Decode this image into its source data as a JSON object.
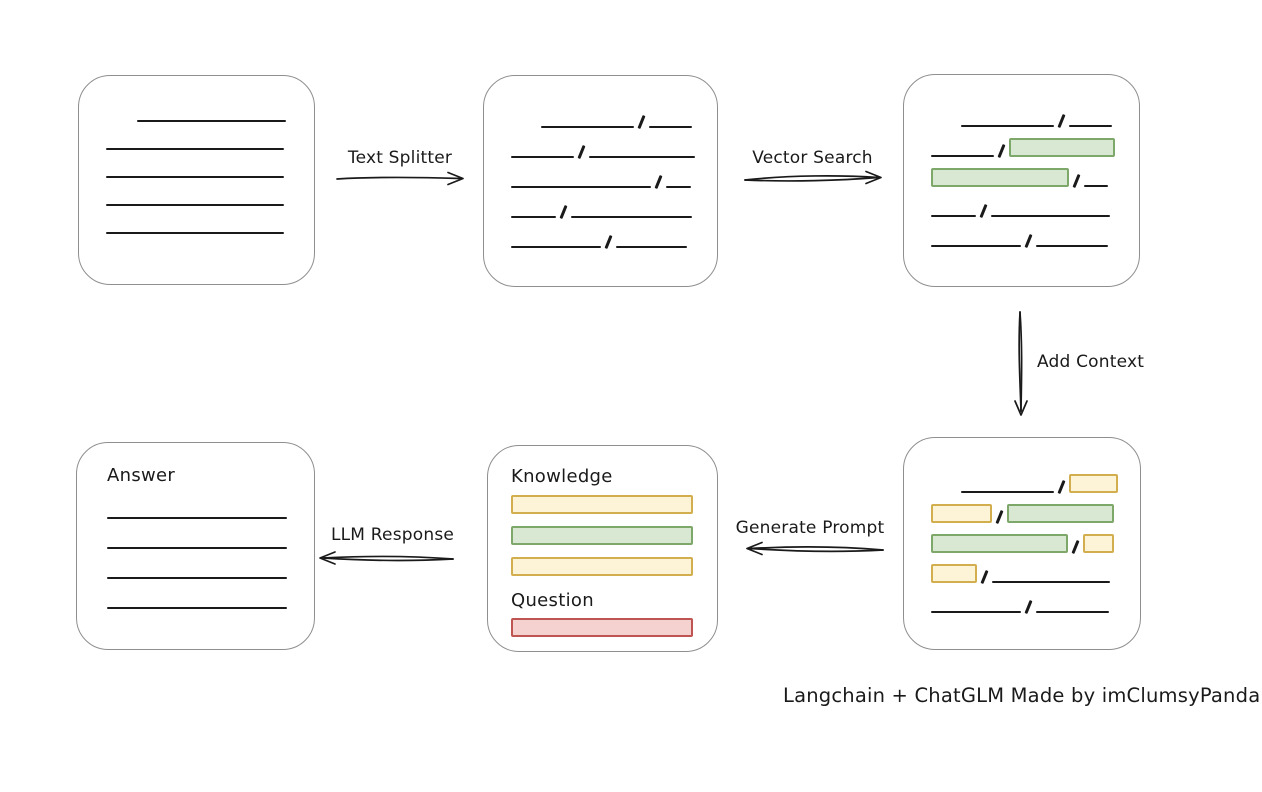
{
  "labels": {
    "text_splitter": "Text Splitter",
    "vector_search": "Vector Search",
    "add_context": "Add Context",
    "generate_prompt": "Generate Prompt",
    "llm_response": "LLM Response",
    "caption": "Langchain + ChatGLM Made by imClumsyPanda"
  },
  "colors": {
    "ink": "#1a1a1a",
    "box_border": "#8f8f8f",
    "green_fill": "#d9e8d3",
    "green_border": "#7ea86a",
    "yellow_fill": "#fdf3d6",
    "yellow_border": "#d3ae4e",
    "red_fill": "#f5d2d0",
    "red_border": "#bf5552"
  },
  "document_box": {
    "lines": [
      {
        "indent": 31,
        "w": 149
      },
      {
        "indent": 0,
        "w": 178
      },
      {
        "indent": 0,
        "w": 178
      },
      {
        "indent": 0,
        "w": 178
      },
      {
        "indent": 0,
        "w": 178
      }
    ]
  },
  "chunks_box": {
    "rows": [
      {
        "indent": 30,
        "segments": [
          {
            "kind": "line",
            "w": 93
          },
          {
            "kind": "slash"
          },
          {
            "kind": "line",
            "w": 43
          }
        ]
      },
      {
        "indent": 0,
        "segments": [
          {
            "kind": "line",
            "w": 63
          },
          {
            "kind": "slash"
          },
          {
            "kind": "line",
            "w": 106
          }
        ]
      },
      {
        "indent": 0,
        "segments": [
          {
            "kind": "line",
            "w": 140
          },
          {
            "kind": "slash"
          },
          {
            "kind": "line",
            "w": 25
          }
        ]
      },
      {
        "indent": 0,
        "segments": [
          {
            "kind": "line",
            "w": 45
          },
          {
            "kind": "slash"
          },
          {
            "kind": "line",
            "w": 121
          }
        ]
      },
      {
        "indent": 0,
        "segments": [
          {
            "kind": "line",
            "w": 90
          },
          {
            "kind": "slash"
          },
          {
            "kind": "line",
            "w": 71
          }
        ]
      }
    ]
  },
  "search_box": {
    "rows": [
      {
        "indent": 30,
        "segments": [
          {
            "kind": "line",
            "w": 93
          },
          {
            "kind": "slash"
          },
          {
            "kind": "line",
            "w": 43
          }
        ]
      },
      {
        "indent": 0,
        "segments": [
          {
            "kind": "line",
            "w": 63
          },
          {
            "kind": "slash"
          },
          {
            "kind": "green",
            "w": 102
          }
        ]
      },
      {
        "indent": 0,
        "segments": [
          {
            "kind": "green",
            "w": 134
          },
          {
            "kind": "slash"
          },
          {
            "kind": "line",
            "w": 24
          }
        ]
      },
      {
        "indent": 0,
        "segments": [
          {
            "kind": "line",
            "w": 45
          },
          {
            "kind": "slash"
          },
          {
            "kind": "line",
            "w": 119
          }
        ]
      },
      {
        "indent": 0,
        "segments": [
          {
            "kind": "line",
            "w": 90
          },
          {
            "kind": "slash"
          },
          {
            "kind": "line",
            "w": 72
          }
        ]
      }
    ]
  },
  "context_box": {
    "rows": [
      {
        "indent": 30,
        "segments": [
          {
            "kind": "line",
            "w": 93
          },
          {
            "kind": "slash"
          },
          {
            "kind": "yellow",
            "w": 45
          }
        ]
      },
      {
        "indent": 0,
        "segments": [
          {
            "kind": "yellow",
            "w": 57
          },
          {
            "kind": "slash"
          },
          {
            "kind": "green",
            "w": 103
          }
        ]
      },
      {
        "indent": 0,
        "segments": [
          {
            "kind": "green",
            "w": 133
          },
          {
            "kind": "slash"
          },
          {
            "kind": "yellow",
            "w": 27
          }
        ]
      },
      {
        "indent": 0,
        "segments": [
          {
            "kind": "yellow",
            "w": 42
          },
          {
            "kind": "slash"
          },
          {
            "kind": "line",
            "w": 118
          }
        ]
      },
      {
        "indent": 0,
        "segments": [
          {
            "kind": "line",
            "w": 90
          },
          {
            "kind": "slash"
          },
          {
            "kind": "line",
            "w": 73
          }
        ]
      }
    ]
  },
  "prompt_box": {
    "knowledge_title": "Knowledge",
    "knowledge_bars": [
      {
        "kind": "yellow"
      },
      {
        "kind": "green"
      },
      {
        "kind": "yellow"
      }
    ],
    "question_title": "Question",
    "question_bars": [
      {
        "kind": "red"
      }
    ]
  },
  "answer_box": {
    "title": "Answer",
    "lines": [
      {
        "indent": 0,
        "w": 180
      },
      {
        "indent": 0,
        "w": 180
      },
      {
        "indent": 0,
        "w": 180
      },
      {
        "indent": 0,
        "w": 180
      }
    ]
  }
}
